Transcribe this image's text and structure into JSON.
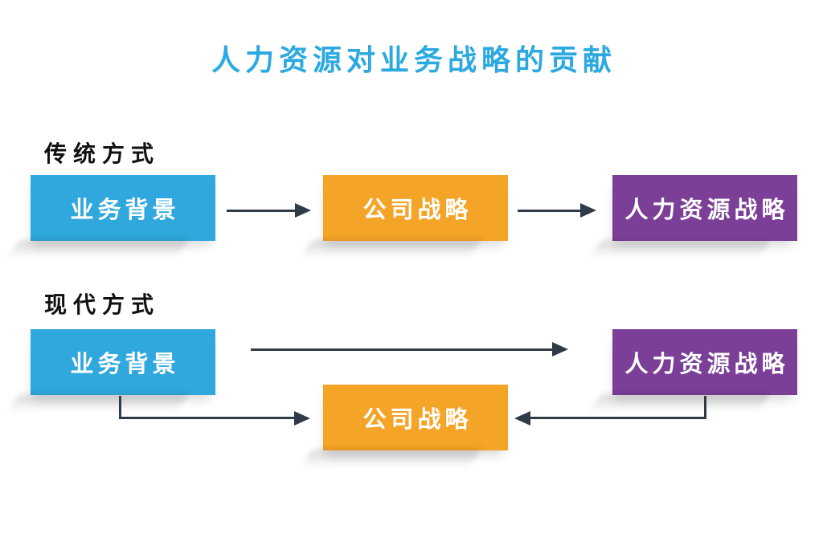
{
  "title": "人力资源对业务战略的贡献",
  "colors": {
    "title": "#2BA9E0",
    "section_label": "#111111",
    "box_text": "#FFFFFF",
    "blue": "#30A8DD",
    "orange": "#F4A426",
    "purple": "#7B3F97",
    "arrow": "#2F3B47"
  },
  "sections": {
    "traditional": {
      "label": "传统方式",
      "boxes": [
        {
          "label": "业务背景"
        },
        {
          "label": "公司战略"
        },
        {
          "label": "人力资源战略"
        }
      ]
    },
    "modern": {
      "label": "现代方式",
      "boxes": [
        {
          "label": "业务背景"
        },
        {
          "label": "人力资源战略"
        },
        {
          "label": "公司战略"
        }
      ]
    }
  }
}
